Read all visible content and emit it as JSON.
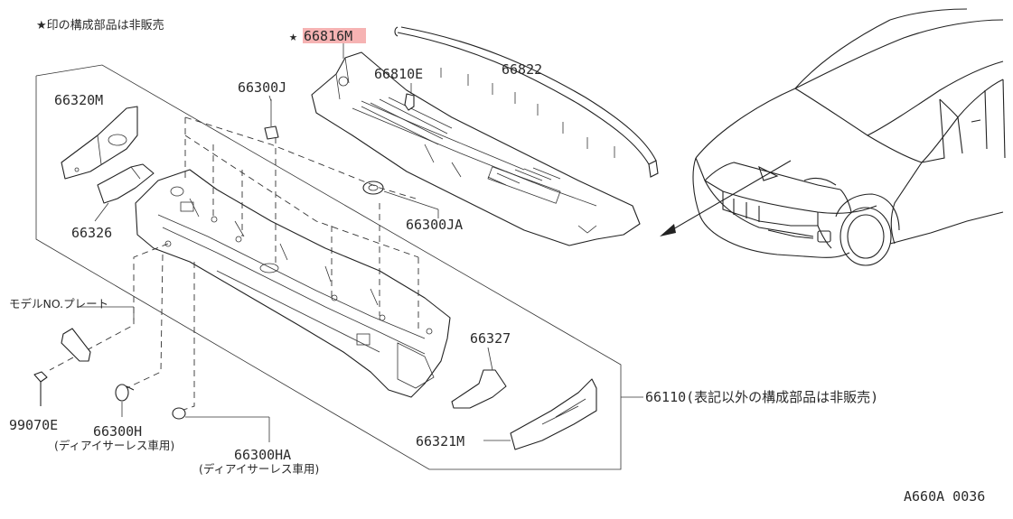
{
  "header_note": "★印の構成部品は非販売",
  "labels": {
    "p66816M_star": "★",
    "p66816M": "66816M",
    "p66810E": "66810E",
    "p66822": "66822",
    "p66300J": "66300J",
    "p66320M": "66320M",
    "p66326": "66326",
    "p66300JA": "66300JA",
    "model_plate": "モデルNO.プレート",
    "p66327": "66327",
    "p66110": "66110(表記以外の構成部品は非販売)",
    "p99070E": "99070E",
    "p66300H": "66300H",
    "p66300H_note": "(ディアイサーレス車用)",
    "p66300HA": "66300HA",
    "p66300HA_note": "(ディアイサーレス車用)",
    "p66321M": "66321M"
  },
  "figure_code": "A660A 0036",
  "colors": {
    "highlight": "#f4a6a6",
    "line": "#222222"
  }
}
